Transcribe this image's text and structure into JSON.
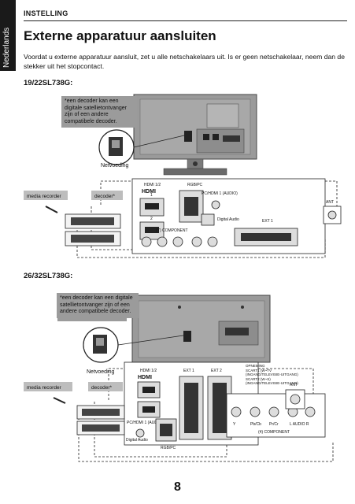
{
  "side_tab": "Nederlands",
  "header": "INSTELLING",
  "title": "Externe apparatuur aansluiten",
  "intro": "Voordat u externe apparatuur aansluit, zet u alle netschakelaars uit. Is er geen netschakelaar, neem dan de stekker uit het stopcontact.",
  "section1": {
    "model": "19/22SL738G:",
    "note": "*een decoder kan een digitale satellietontvanger zijn of een andere compatibele decoder.",
    "power_label": "Netvoeding",
    "device1": "media recorder",
    "device2": "decoder*",
    "hdmi_label": "HDMI 1/2",
    "hdmi_logo": "HDMI",
    "port1": "1",
    "port2": "2",
    "rgb_label": "RGB/PC",
    "pc_audio": "PC/HDMI 1 (AUDIO)",
    "digital_audio": "Digital Audio",
    "component": "(Y) COMPONENT",
    "scart": "EXT 1",
    "antenna": "ANT"
  },
  "section2": {
    "model": "26/32SL738G:",
    "note": "*een decoder kan een digitale satellietontvanger zijn of een andere compatibele decoder.",
    "power_label": "Netvoeding",
    "device1": "media recorder",
    "device2": "decoder*",
    "hdmi_label": "HDMI 1/2",
    "hdmi_logo": "HDMI",
    "pc_audio": "PC/HDMI 1 (AUDIO)",
    "digital_audio": "Digital Audio",
    "rgb_label": "RGB/PC",
    "scart1": "EXT 1",
    "scart2": "EXT 2",
    "component": "(4) COMPONENT",
    "comp_labels": [
      "Y",
      "Pb/Cb",
      "Pr/Cr",
      "L AUDIO R"
    ],
    "scart_text": "OPNEMING\nSCART1    (W~TV\n(INGANG/TELEVISIE-UITGANG)\nSCART2    (W~S)\n(INGANG/TELEVISIE-UITGANG)",
    "antenna": "ANT"
  },
  "page_number": "8"
}
